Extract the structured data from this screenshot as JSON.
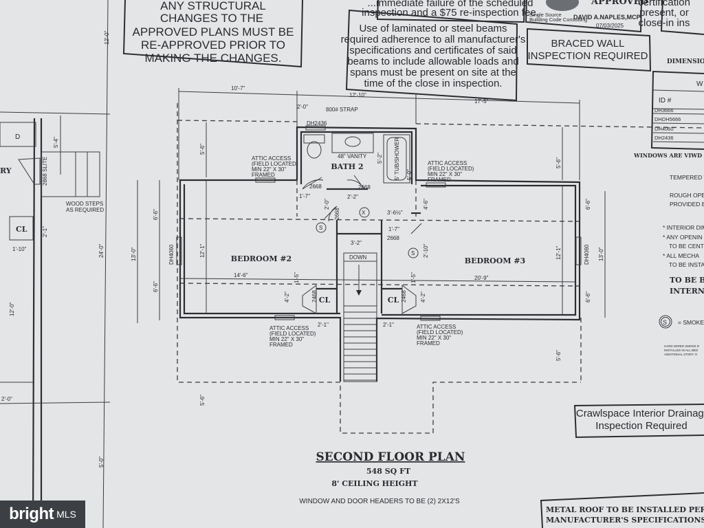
{
  "notes": {
    "structural": [
      "ANY STRUCTURAL",
      "CHANGES TO THE",
      "APPROVED PLANS MUST BE",
      "RE-APPROVED PRIOR TO",
      "MAKING THE CHANGES."
    ],
    "inspection_fee": [
      "...immediate failure of the scheduled",
      "inspection and a $75 re-inspection fee."
    ],
    "beams": [
      "Use of laminated or steel beams",
      "required adherence to all manufacturer's",
      "specifications and certificates of said",
      "beams to include allowable loads and",
      "spans must be present on site at the",
      "time of the close in inspection."
    ],
    "braced_wall": [
      "BRACED WALL",
      "INSPECTION REQUIRED"
    ],
    "certification": [
      "certification",
      "present, or",
      "close-in ins"
    ],
    "crawlspace": [
      "Crawlspace Interior Drainage",
      "Inspection Required"
    ],
    "metal_roof": [
      "METAL ROOF TO BE INSTALLED PER",
      "MANUFACTURER'S SPECIFICATIONS"
    ]
  },
  "stamp": {
    "status": "APPROVED",
    "company": [
      "Single Source",
      "Building Code Consulting"
    ],
    "inspector": "DAVID A.NAPLES,MCP",
    "date": "07/03/2025"
  },
  "window_schedule": {
    "title": "DIMENSIONS",
    "header_w": "W",
    "id_header": "ID #",
    "ids": [
      "DH3666",
      "DHDH5666",
      "DH4060",
      "DH2436"
    ],
    "footer": "WINDOWS ARE VIWD"
  },
  "side_notes": {
    "tempered": "TEMPERED W",
    "rough": [
      "ROUGH OPE",
      "PROVIDED B"
    ],
    "bullets": [
      "* INTERIOR DIM",
      "* ANY OPENIN",
      "TO BE CENT",
      "* ALL MECHA",
      "TO BE INSTA"
    ],
    "bold": [
      "TO BE B",
      "INTERN."
    ],
    "smoke_symbol": "S",
    "smoke_legend": "= SMOKE",
    "smoke_fine": [
      "HARD WIRED SMOKE D",
      "INSTALLED IN ALL BED",
      "ADDITIONAL STORY O"
    ]
  },
  "plan": {
    "rooms": {
      "bedroom2": "BEDROOM #2",
      "bedroom3": "BEDROOM #3",
      "bath": "BATH 2",
      "closet": "CL",
      "down": "DOWN",
      "laundry": "RY",
      "dryer": "D"
    },
    "labels": {
      "vanity": "48\" VANITY",
      "tub": "5' TUB/SHOWER",
      "strap": "800# STRAP",
      "window_bath": "DH2436",
      "window_side": "DH4060",
      "door": "2668",
      "door_small": "2468",
      "slider": "2868 SLITE",
      "wood_steps": [
        "WOOD STEPS",
        "AS REQUIRED"
      ],
      "attic": [
        "ATTIC ACCESS",
        "(FIELD LOCATED)",
        "MIN 22\" X 30\"",
        "FRAMED"
      ]
    },
    "dims": {
      "top_left": "10'-7\"",
      "top_mid": "12'-10\"",
      "top_right": "17'-5\"",
      "d2_0": "2'-0\"",
      "d5_6": "5'-6\"",
      "d5_2": "5'-2\"",
      "d5_0": "5'-0\"",
      "d13_0": "13'-0\"",
      "d6_6": "6'-6\"",
      "d12_1": "12'-1\"",
      "d14_6": "14'-6\"",
      "d20_9": "20'-9\"",
      "d1_7": "1'-7\"",
      "d2_2": "2'-2\"",
      "d3_6": "3'-6½\"",
      "d3_2": "3'-2\"",
      "d4_6": "4'-6\"",
      "d2_10": "2'-10\"",
      "d4_2": "4'-2\"",
      "d2_1": "2'-1\"",
      "d1_5": "1'-5\"",
      "d24_0": "24'-0\"",
      "d12_0": "12'-0\"",
      "d5_4": "5'-4\"",
      "d1_10": "1'-10\"",
      "d2_1b": "2'-1\"",
      "d5_0b": "5'-0\""
    }
  },
  "title": {
    "name": "SECOND FLOOR PLAN",
    "area": "548 SQ FT",
    "ceiling": "8' CEILING HEIGHT",
    "headers": "WINDOW AND DOOR HEADERS TO BE (2) 2X12'S"
  },
  "watermark": {
    "brand": "bright",
    "suffix": "MLS"
  }
}
